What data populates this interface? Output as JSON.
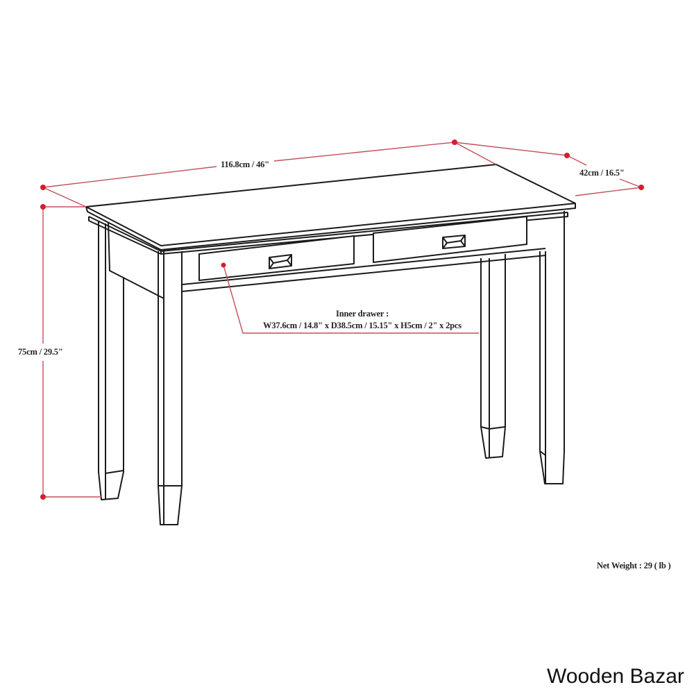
{
  "diagram": {
    "subject": "Console table with two drawers - dimension drawing",
    "dimensions": {
      "width": "116.8cm / 46\"",
      "depth": "42cm / 16.5\"",
      "height": "75cm / 29.5\""
    },
    "inner_drawer": {
      "title": "Inner drawer :",
      "spec": "W37.6cm / 14.8\" x D38.5cm / 15.15\" x H5cm / 2\" x 2pcs"
    },
    "net_weight": "Net Weight : 29 ( lb )",
    "brand": "Wooden Bazar",
    "colors": {
      "dimension_line": "#c0505a",
      "dimension_dot": "#d0202e",
      "outline": "#1a1a1a",
      "background": "#ffffff"
    }
  }
}
